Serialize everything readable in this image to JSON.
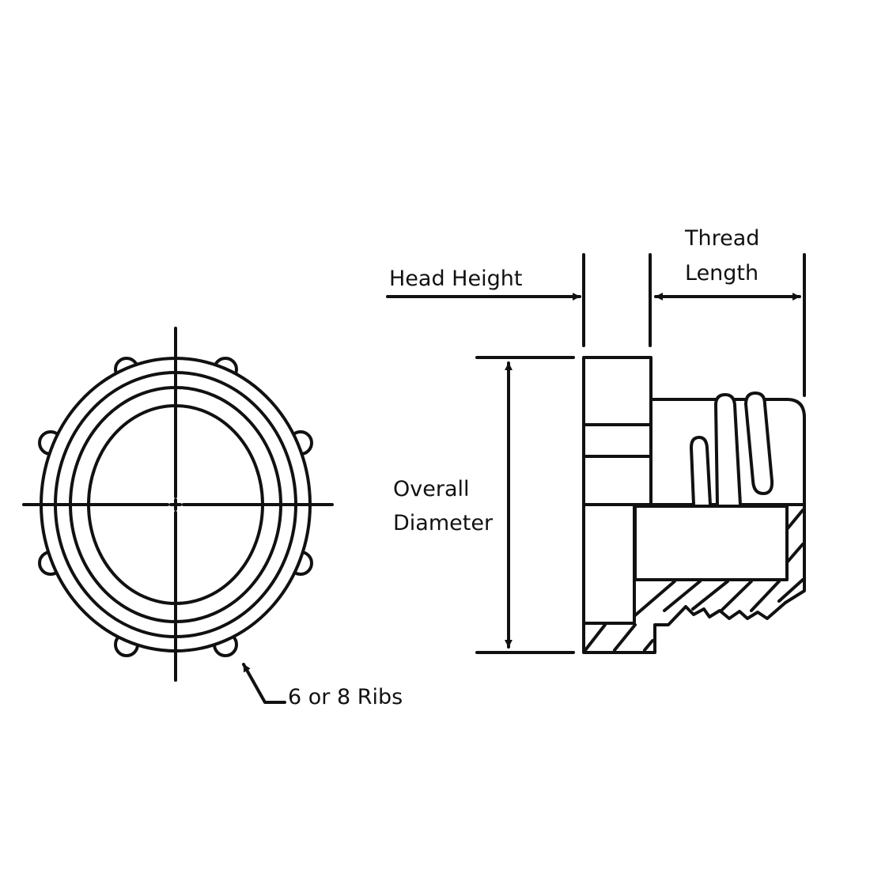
{
  "labels": {
    "head_height": "Head Height",
    "thread_length_line1": "Thread",
    "thread_length_line2": "Length",
    "overall_diameter_line1": "Overall",
    "overall_diameter_line2": "Diameter",
    "ribs": "6 or 8 Ribs"
  },
  "colors": {
    "stroke": "#111111",
    "background": "#ffffff"
  }
}
